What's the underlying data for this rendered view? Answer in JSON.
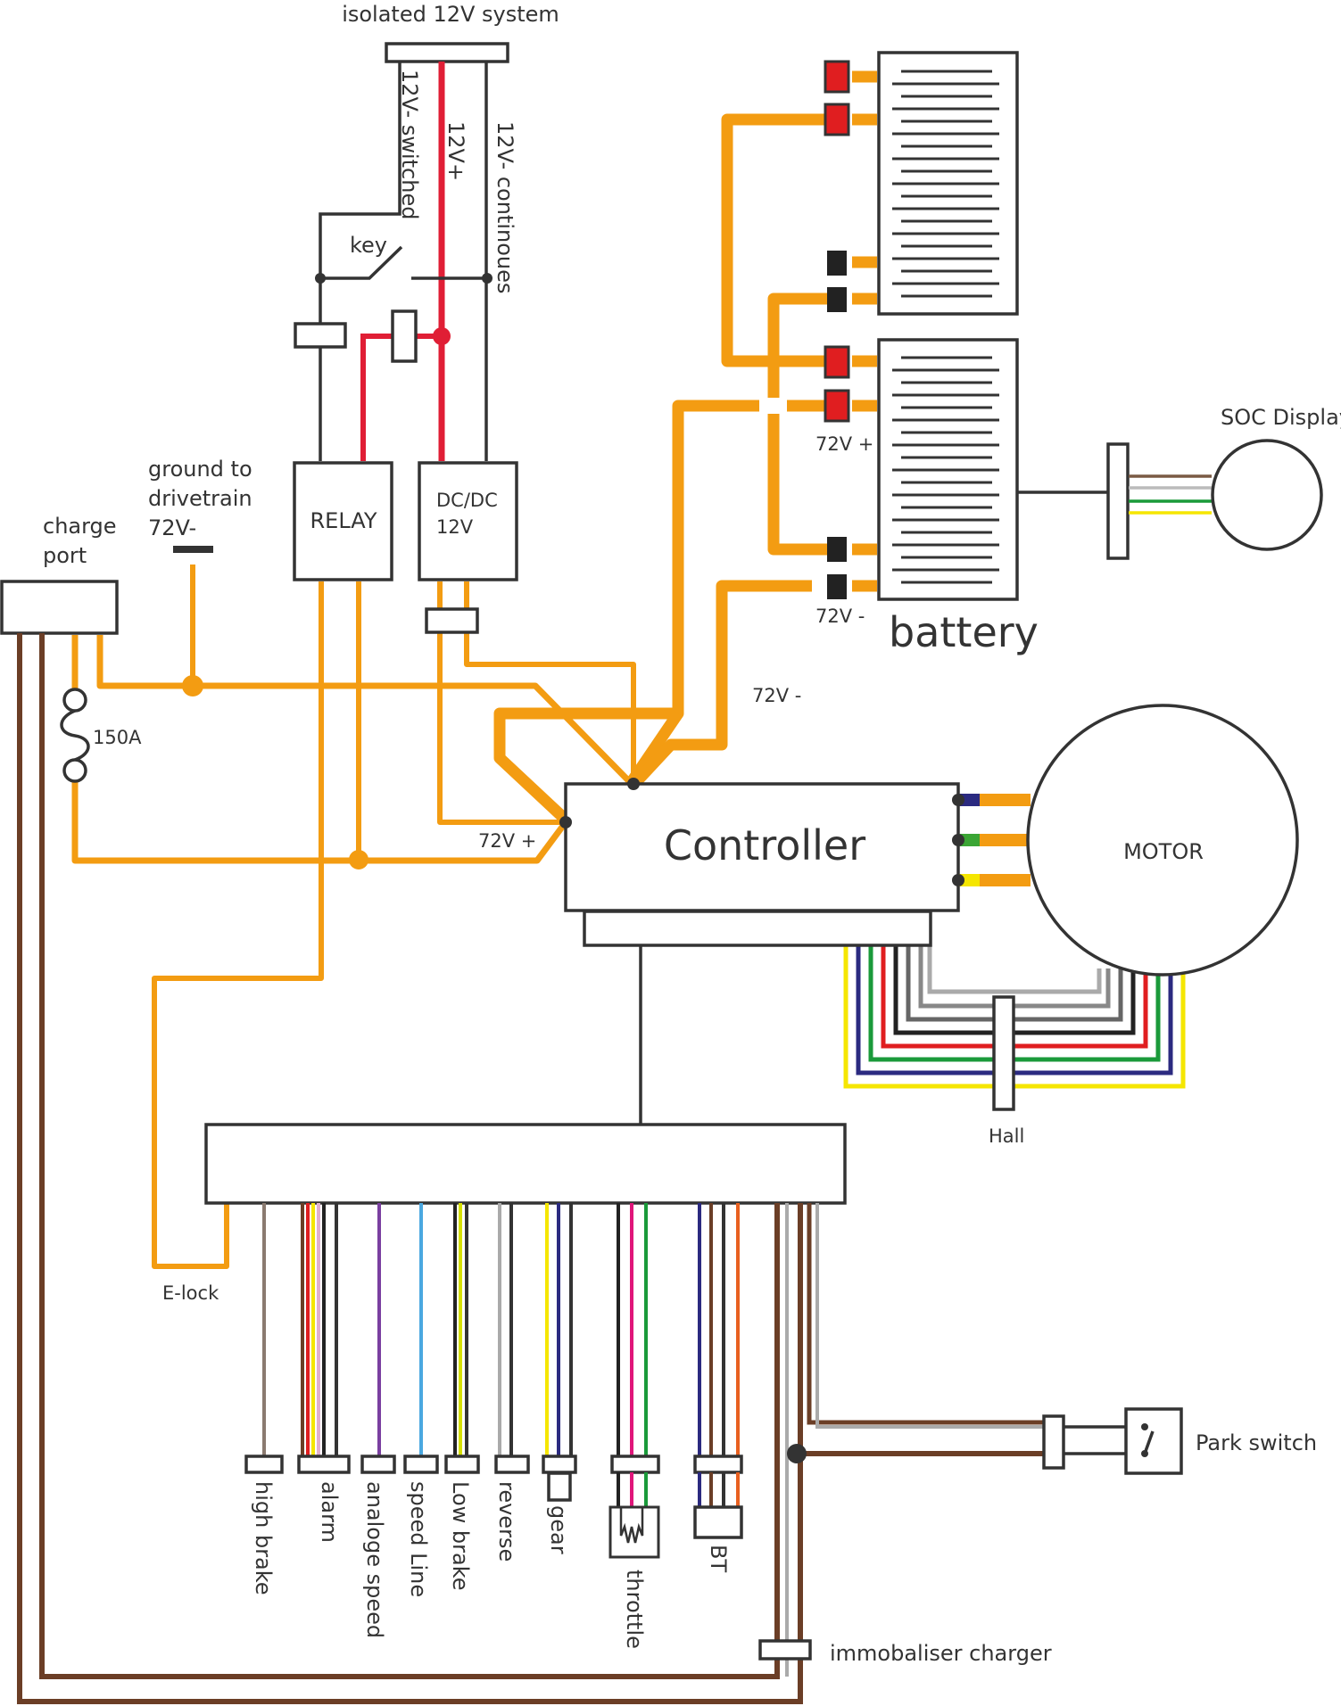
{
  "colors": {
    "orange": "#f39c12",
    "red": "#e01e35",
    "brown": "#6b3e26",
    "line": "#333333",
    "connector_red": "#e01e20",
    "connector_dark": "#222222"
  },
  "labels": {
    "isolated_system": "isolated 12V system",
    "v12_switched": "12V- switched",
    "v12_plus": "12V+",
    "v12_continuous": "12V- continoues",
    "key": "key",
    "ground_line1": "ground to",
    "ground_line2": "drivetrain",
    "ground_line3": "72V-",
    "charge_port_line1": "charge",
    "charge_port_line2": "port",
    "relay": "RELAY",
    "dcdc_line1": "DC/DC",
    "dcdc_line2": "12V",
    "fuse": "150A",
    "v72_plus_battery": "72V +",
    "v72_minus_battery": "72V -",
    "battery": "battery",
    "soc_display": "SOC Display",
    "v72_minus_wire": "72V -",
    "v72_plus_wire": "72V +",
    "controller": "Controller",
    "motor": "MOTOR",
    "hall": "Hall",
    "e_lock": "E-lock",
    "high_brake": "high brake",
    "alarm": "alarm",
    "analoge_speed": "analoge speed",
    "speed_line": "speed Line",
    "low_brake": "Low brake",
    "reverse": "reverse",
    "gear": "gear",
    "throttle": "throttle",
    "bt": "BT",
    "park_switch": "Park switch",
    "immobaliser_charger": "immobaliser charger"
  }
}
